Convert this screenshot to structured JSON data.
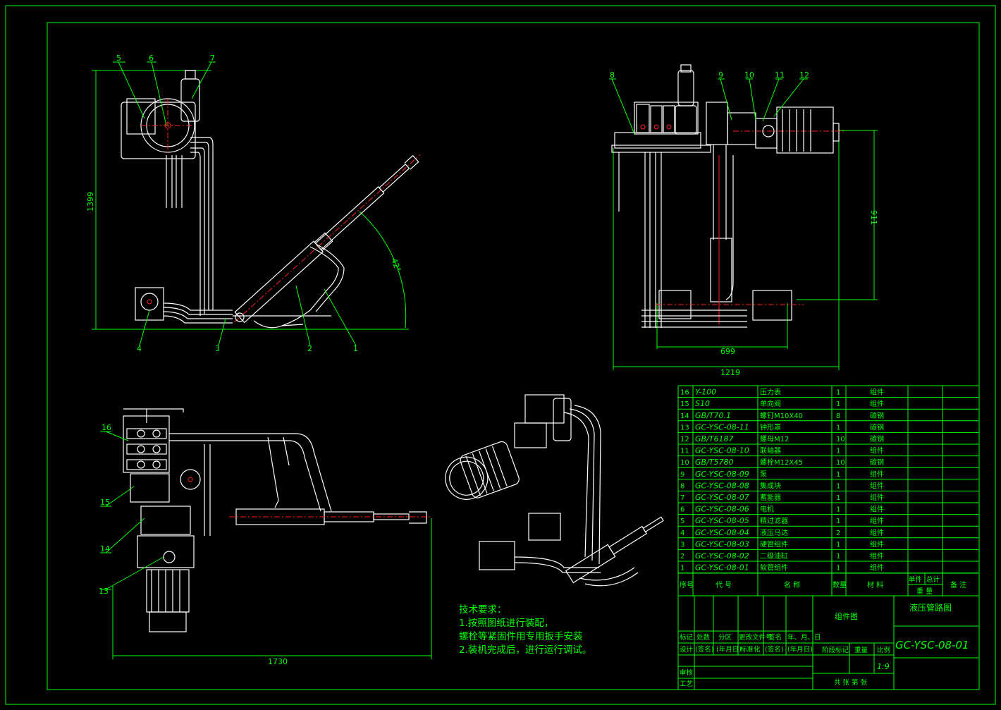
{
  "drawing": {
    "drawing_number": "GC-YSC-08-01",
    "title_name": "液压管路图",
    "drawing_type": "组件图",
    "scale_label": "比例",
    "scale": "1:9",
    "weight_label": "重量",
    "stage_label": "阶段标记",
    "sheets_label": "共  张  第  张",
    "revision_headers": [
      "标记",
      "处数",
      "分区",
      "更改文件号",
      "签名",
      "年、月、日"
    ],
    "design_row": [
      "设计",
      "(签名)",
      "(年月日)",
      "标准化",
      "(签名)",
      "(年月日)"
    ],
    "check_label": "审核",
    "process_label": "工艺"
  },
  "dimensions": {
    "height_left": "1399",
    "angle": "42°",
    "height_right": "911",
    "width_inner": "699",
    "width_right": "1219",
    "width_bottom": "1730"
  },
  "balloons": [
    "1",
    "2",
    "3",
    "4",
    "5",
    "6",
    "7",
    "8",
    "9",
    "10",
    "11",
    "12",
    "13",
    "14",
    "15",
    "16"
  ],
  "tech_requirements": {
    "title": "技术要求：",
    "lines": [
      "1.按照图纸进行装配，",
      "螺栓等紧固件用专用扳手安装",
      "2.装机完成后，进行运行调试。"
    ]
  },
  "bom_header": {
    "seq": "序号",
    "code": "代  号",
    "name": "名  称",
    "qty": "数量",
    "material": "材  料",
    "unit": "单件",
    "total": "总计",
    "weight": "重  量",
    "remark": "备 注"
  },
  "bom": [
    {
      "no": "16",
      "code": "Y-100",
      "name": "压力表",
      "qty": "1",
      "material": "组件"
    },
    {
      "no": "15",
      "code": "S10",
      "name": "单向阀",
      "qty": "1",
      "material": "组件"
    },
    {
      "no": "14",
      "code": "GB/T70.1",
      "name": "螺钉M10X40",
      "qty": "8",
      "material": "碳钢"
    },
    {
      "no": "13",
      "code": "GC-YSC-08-11",
      "name": "钟形罩",
      "qty": "1",
      "material": "碳钢"
    },
    {
      "no": "12",
      "code": "GB/T6187",
      "name": "螺母M12",
      "qty": "10",
      "material": "碳钢"
    },
    {
      "no": "11",
      "code": "GC-YSC-08-10",
      "name": "联轴器",
      "qty": "1",
      "material": "组件"
    },
    {
      "no": "10",
      "code": "GB/T5780",
      "name": "螺栓M12X45",
      "qty": "10",
      "material": "碳钢"
    },
    {
      "no": "9",
      "code": "GC-YSC-08-09",
      "name": "泵",
      "qty": "1",
      "material": "组件"
    },
    {
      "no": "8",
      "code": "GC-YSC-08-08",
      "name": "集成块",
      "qty": "1",
      "material": "组件"
    },
    {
      "no": "7",
      "code": "GC-YSC-08-07",
      "name": "蓄能器",
      "qty": "1",
      "material": "组件"
    },
    {
      "no": "6",
      "code": "GC-YSC-08-06",
      "name": "电机",
      "qty": "1",
      "material": "组件"
    },
    {
      "no": "5",
      "code": "GC-YSC-08-05",
      "name": "精过滤器",
      "qty": "1",
      "material": "组件"
    },
    {
      "no": "4",
      "code": "GC-YSC-08-04",
      "name": "液压马达",
      "qty": "2",
      "material": "组件"
    },
    {
      "no": "3",
      "code": "GC-YSC-08-03",
      "name": "硬管组件",
      "qty": "1",
      "material": "组件"
    },
    {
      "no": "2",
      "code": "GC-YSC-08-02",
      "name": "二级油缸",
      "qty": "1",
      "material": "组件"
    },
    {
      "no": "1",
      "code": "GC-YSC-08-01",
      "name": "软管组件",
      "qty": "1",
      "material": "组件"
    }
  ],
  "colors": {
    "frame": "#00ff00",
    "geometry": "#ffffff",
    "centerline": "#ff2020",
    "background": "#000000"
  }
}
